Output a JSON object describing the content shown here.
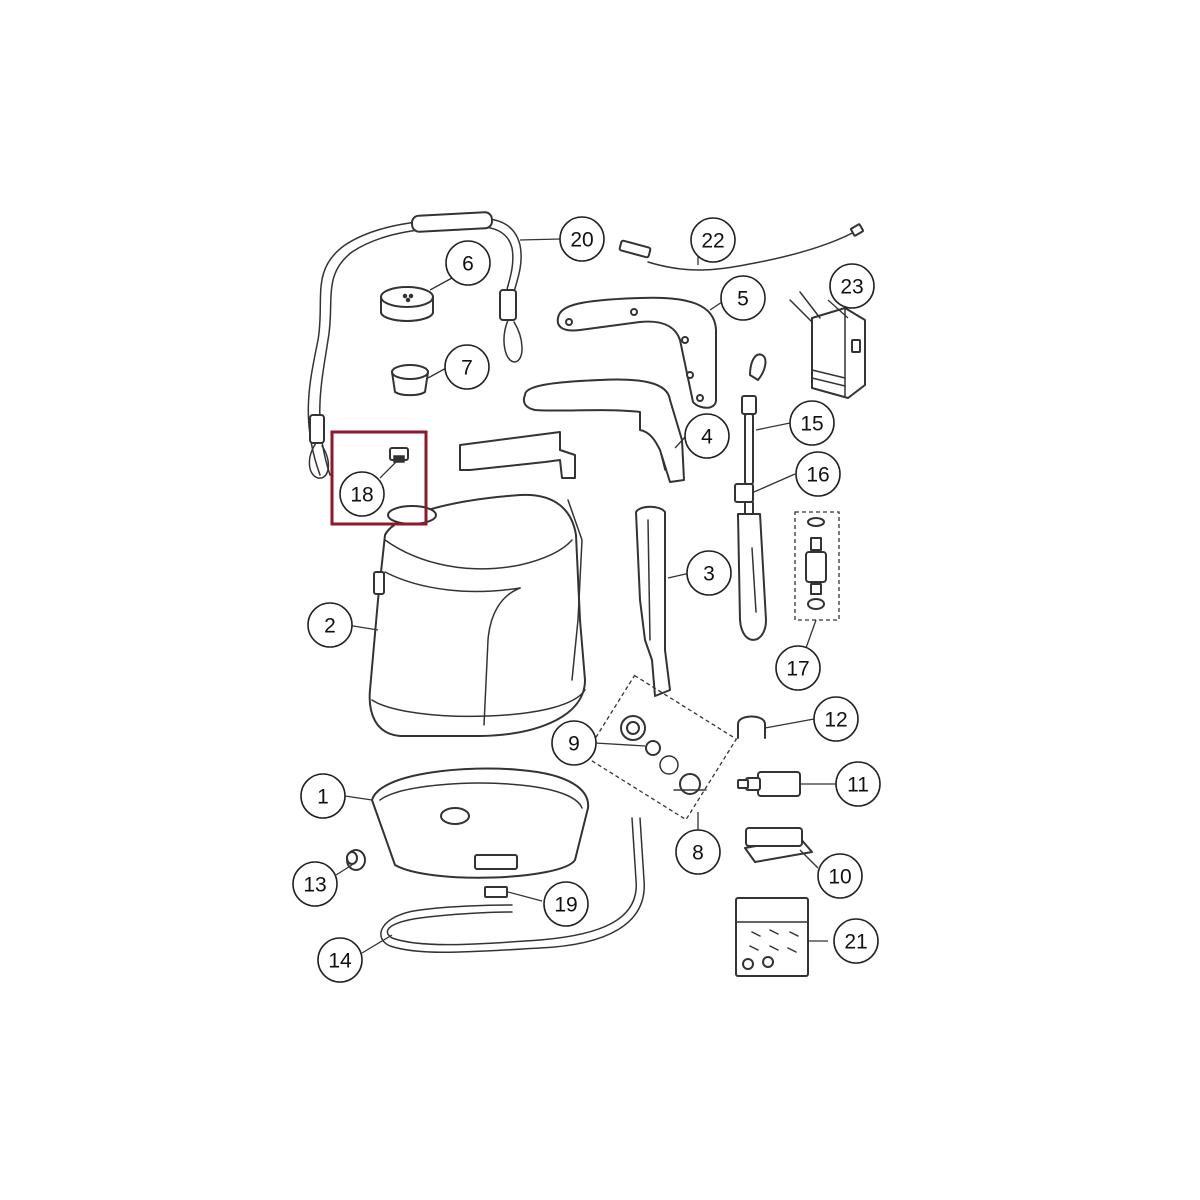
{
  "diagram": {
    "highlight_color": "#8b1a2b",
    "highlighted_part": "18",
    "callouts": [
      {
        "id": "c1",
        "label": "1"
      },
      {
        "id": "c2",
        "label": "2"
      },
      {
        "id": "c3",
        "label": "3"
      },
      {
        "id": "c4",
        "label": "4"
      },
      {
        "id": "c5",
        "label": "5"
      },
      {
        "id": "c6",
        "label": "6"
      },
      {
        "id": "c7",
        "label": "7"
      },
      {
        "id": "c8",
        "label": "8"
      },
      {
        "id": "c9",
        "label": "9"
      },
      {
        "id": "c10",
        "label": "10"
      },
      {
        "id": "c11",
        "label": "11"
      },
      {
        "id": "c12",
        "label": "12"
      },
      {
        "id": "c13",
        "label": "13"
      },
      {
        "id": "c14",
        "label": "14"
      },
      {
        "id": "c15",
        "label": "15"
      },
      {
        "id": "c16",
        "label": "16"
      },
      {
        "id": "c17",
        "label": "17"
      },
      {
        "id": "c18",
        "label": "18"
      },
      {
        "id": "c19",
        "label": "19"
      },
      {
        "id": "c20",
        "label": "20"
      },
      {
        "id": "c21",
        "label": "21"
      },
      {
        "id": "c22",
        "label": "22"
      },
      {
        "id": "c23",
        "label": "23"
      }
    ]
  }
}
